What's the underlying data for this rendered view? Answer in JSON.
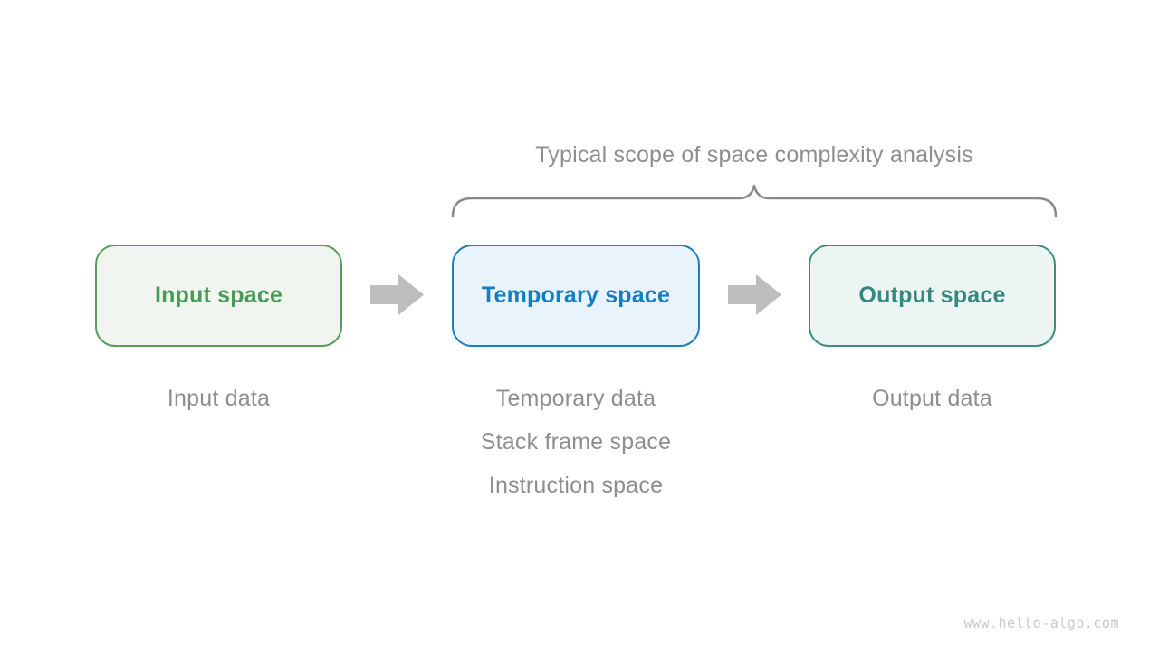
{
  "title": "Typical scope of space complexity analysis",
  "boxes": [
    {
      "label": "Input space",
      "border": "#5A9A5B",
      "fill": "#F0F6EF",
      "text_color": "#489B56"
    },
    {
      "label": "Temporary space",
      "border": "#1C7EC2",
      "fill": "#E9F3FB",
      "text_color": "#127FC5"
    },
    {
      "label": "Output space",
      "border": "#3D8C82",
      "fill": "#EDF5F3",
      "text_color": "#34887E"
    }
  ],
  "captions": {
    "input": [
      "Input data"
    ],
    "temporary": [
      "Temporary data",
      "Stack frame space",
      "Instruction space"
    ],
    "output": [
      "Output data"
    ]
  },
  "watermark": "www.hello-algo.com",
  "colors": {
    "background": "#FFFFFF",
    "title_text": "#8E8E8E",
    "caption_text": "#8E8E8E",
    "arrow": "#BDBDBD",
    "brace": "#8A8A8A",
    "watermark": "#C9C9C9"
  }
}
